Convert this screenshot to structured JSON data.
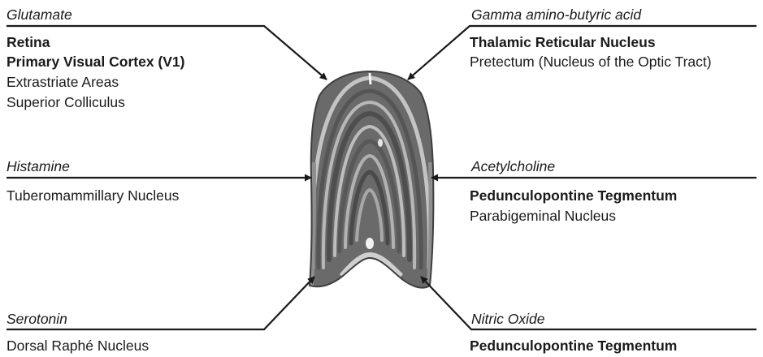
{
  "groups": [
    {
      "id": "glutamate",
      "header": "Glutamate",
      "items": [
        {
          "text": "Retina",
          "bold": true
        },
        {
          "text": "Primary Visual Cortex (V1)",
          "bold": true
        },
        {
          "text": "Extrastriate Areas",
          "bold": false
        },
        {
          "text": "Superior Colliculus",
          "bold": false
        }
      ]
    },
    {
      "id": "gaba",
      "header": "Gamma amino-butyric acid",
      "items": [
        {
          "text": "Thalamic Reticular Nucleus",
          "bold": true
        },
        {
          "text": "Pretectum (Nucleus of the Optic Tract)",
          "bold": false
        }
      ]
    },
    {
      "id": "histamine",
      "header": "Histamine",
      "items": [
        {
          "text": "Tuberomammillary Nucleus",
          "bold": false
        }
      ]
    },
    {
      "id": "acetylcholine",
      "header": "Acetylcholine",
      "items": [
        {
          "text": "Pedunculopontine Tegmentum",
          "bold": true
        },
        {
          "text": "Parabigeminal Nucleus",
          "bold": false
        }
      ]
    },
    {
      "id": "serotonin",
      "header": "Serotonin",
      "items": [
        {
          "text": "Dorsal Raphé Nucleus",
          "bold": false
        }
      ]
    },
    {
      "id": "nitric-oxide",
      "header": "Nitric Oxide",
      "items": [
        {
          "text": "Pedunculopontine Tegmentum",
          "bold": true
        }
      ]
    }
  ],
  "colors": {
    "text": "#1a1a1a",
    "line": "#1a1a1a",
    "tissue_dark": "#5d5d5d",
    "tissue_mid": "#8a8a8a",
    "tissue_light": "#c9c9c9"
  }
}
